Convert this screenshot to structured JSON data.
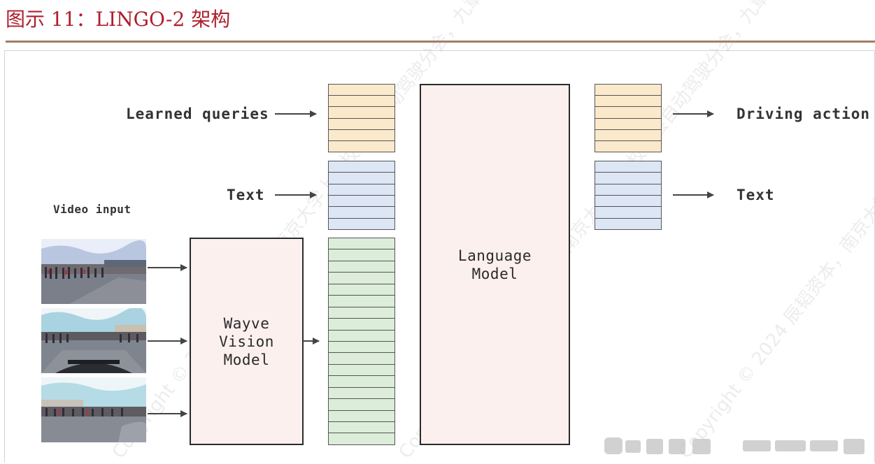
{
  "title": "图示 11：LINGO-2 架构",
  "labels": {
    "learned_queries": "Learned queries",
    "text_in": "Text",
    "video_input": "Video input",
    "driving_action": "Driving action",
    "text_out": "Text"
  },
  "models": {
    "vision": "Wayve\nVision\nModel",
    "language": "Language\nModel"
  },
  "watermark": "Copyright © 2024 辰韬资本，南京大学上海校友会自动驾驶分会，九章智驾。保留所有权利",
  "colors": {
    "title": "#b01e2d",
    "query_token": "#fbe9cc",
    "text_token": "#dde6f5",
    "vision_token": "#dcedda",
    "model_fill": "#fcf0ee"
  }
}
